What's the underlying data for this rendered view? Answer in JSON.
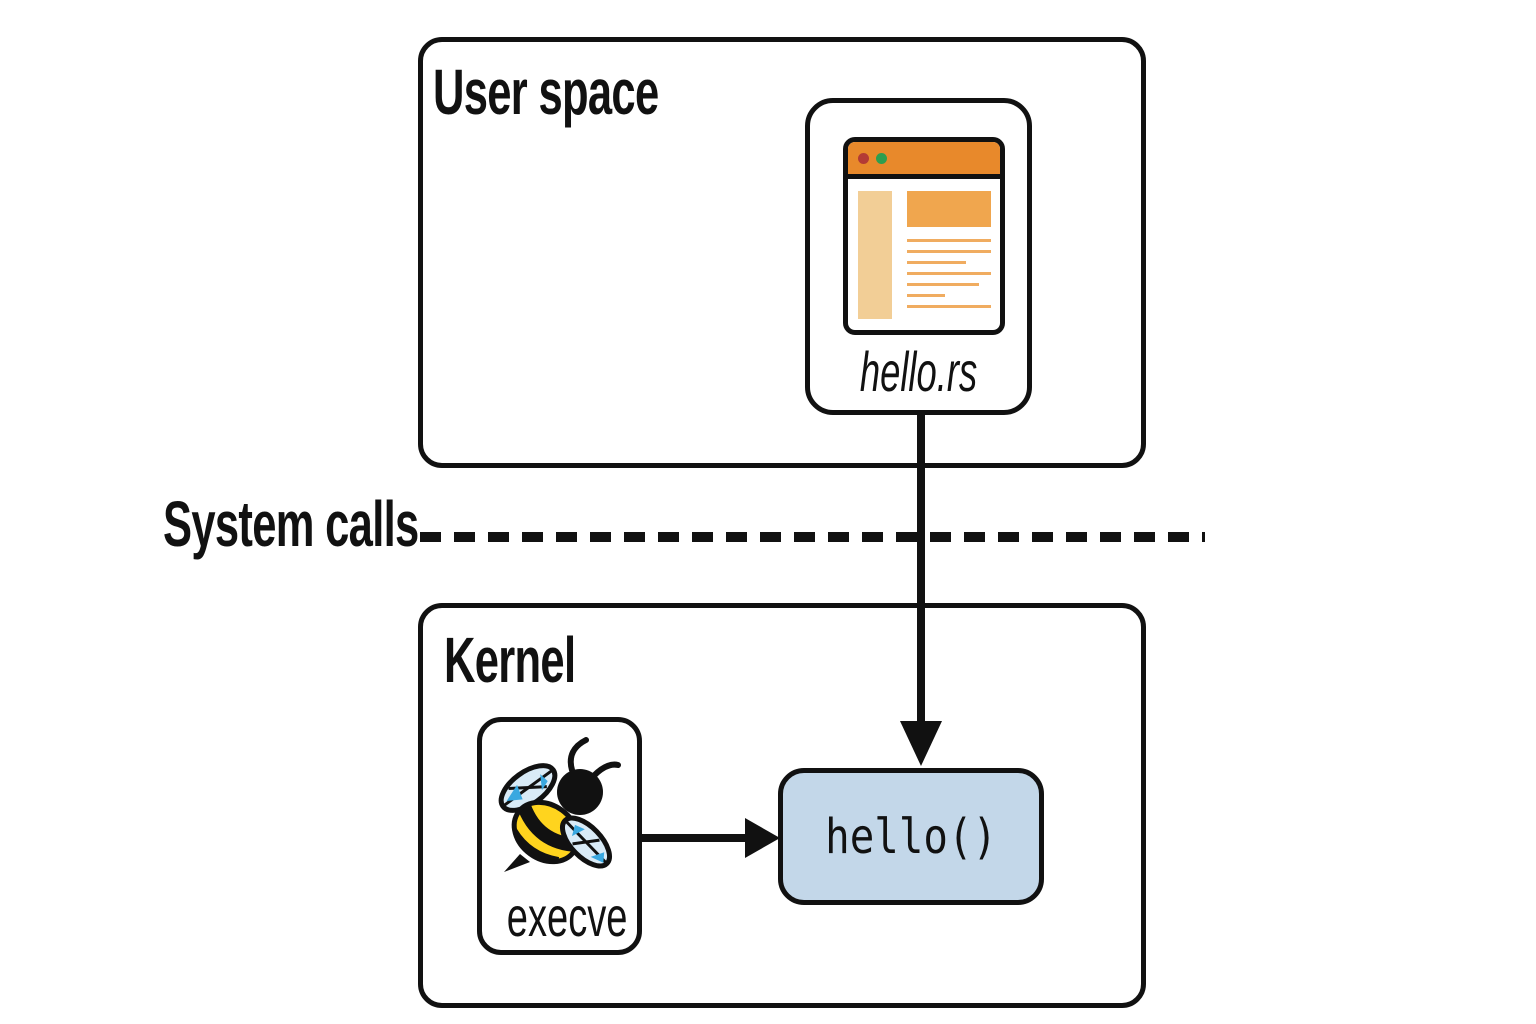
{
  "colors": {
    "outline": "#111111",
    "orange_titlebar": "#E8892B",
    "doc_sidebar": "#F2CE96",
    "doc_block": "#F0A64E",
    "doc_line": "#F0AC60",
    "dot_red": "#B33A35",
    "dot_green": "#2E9E4F",
    "fn_box": "#C3D7E9",
    "bee_yellow": "#FFD41E",
    "bee_wing": "#D9EBF7",
    "bee_wing_accent": "#3AA8E0"
  },
  "user_space": {
    "label": "User space",
    "file_card": {
      "label": "hello.rs",
      "icon": "source-file-window-icon"
    }
  },
  "boundary": {
    "label": "System calls"
  },
  "kernel": {
    "label": "Kernel",
    "execve_card": {
      "label": "execve",
      "icon": "ebpf-bee-icon"
    },
    "function_box": {
      "label": "hello()"
    }
  }
}
